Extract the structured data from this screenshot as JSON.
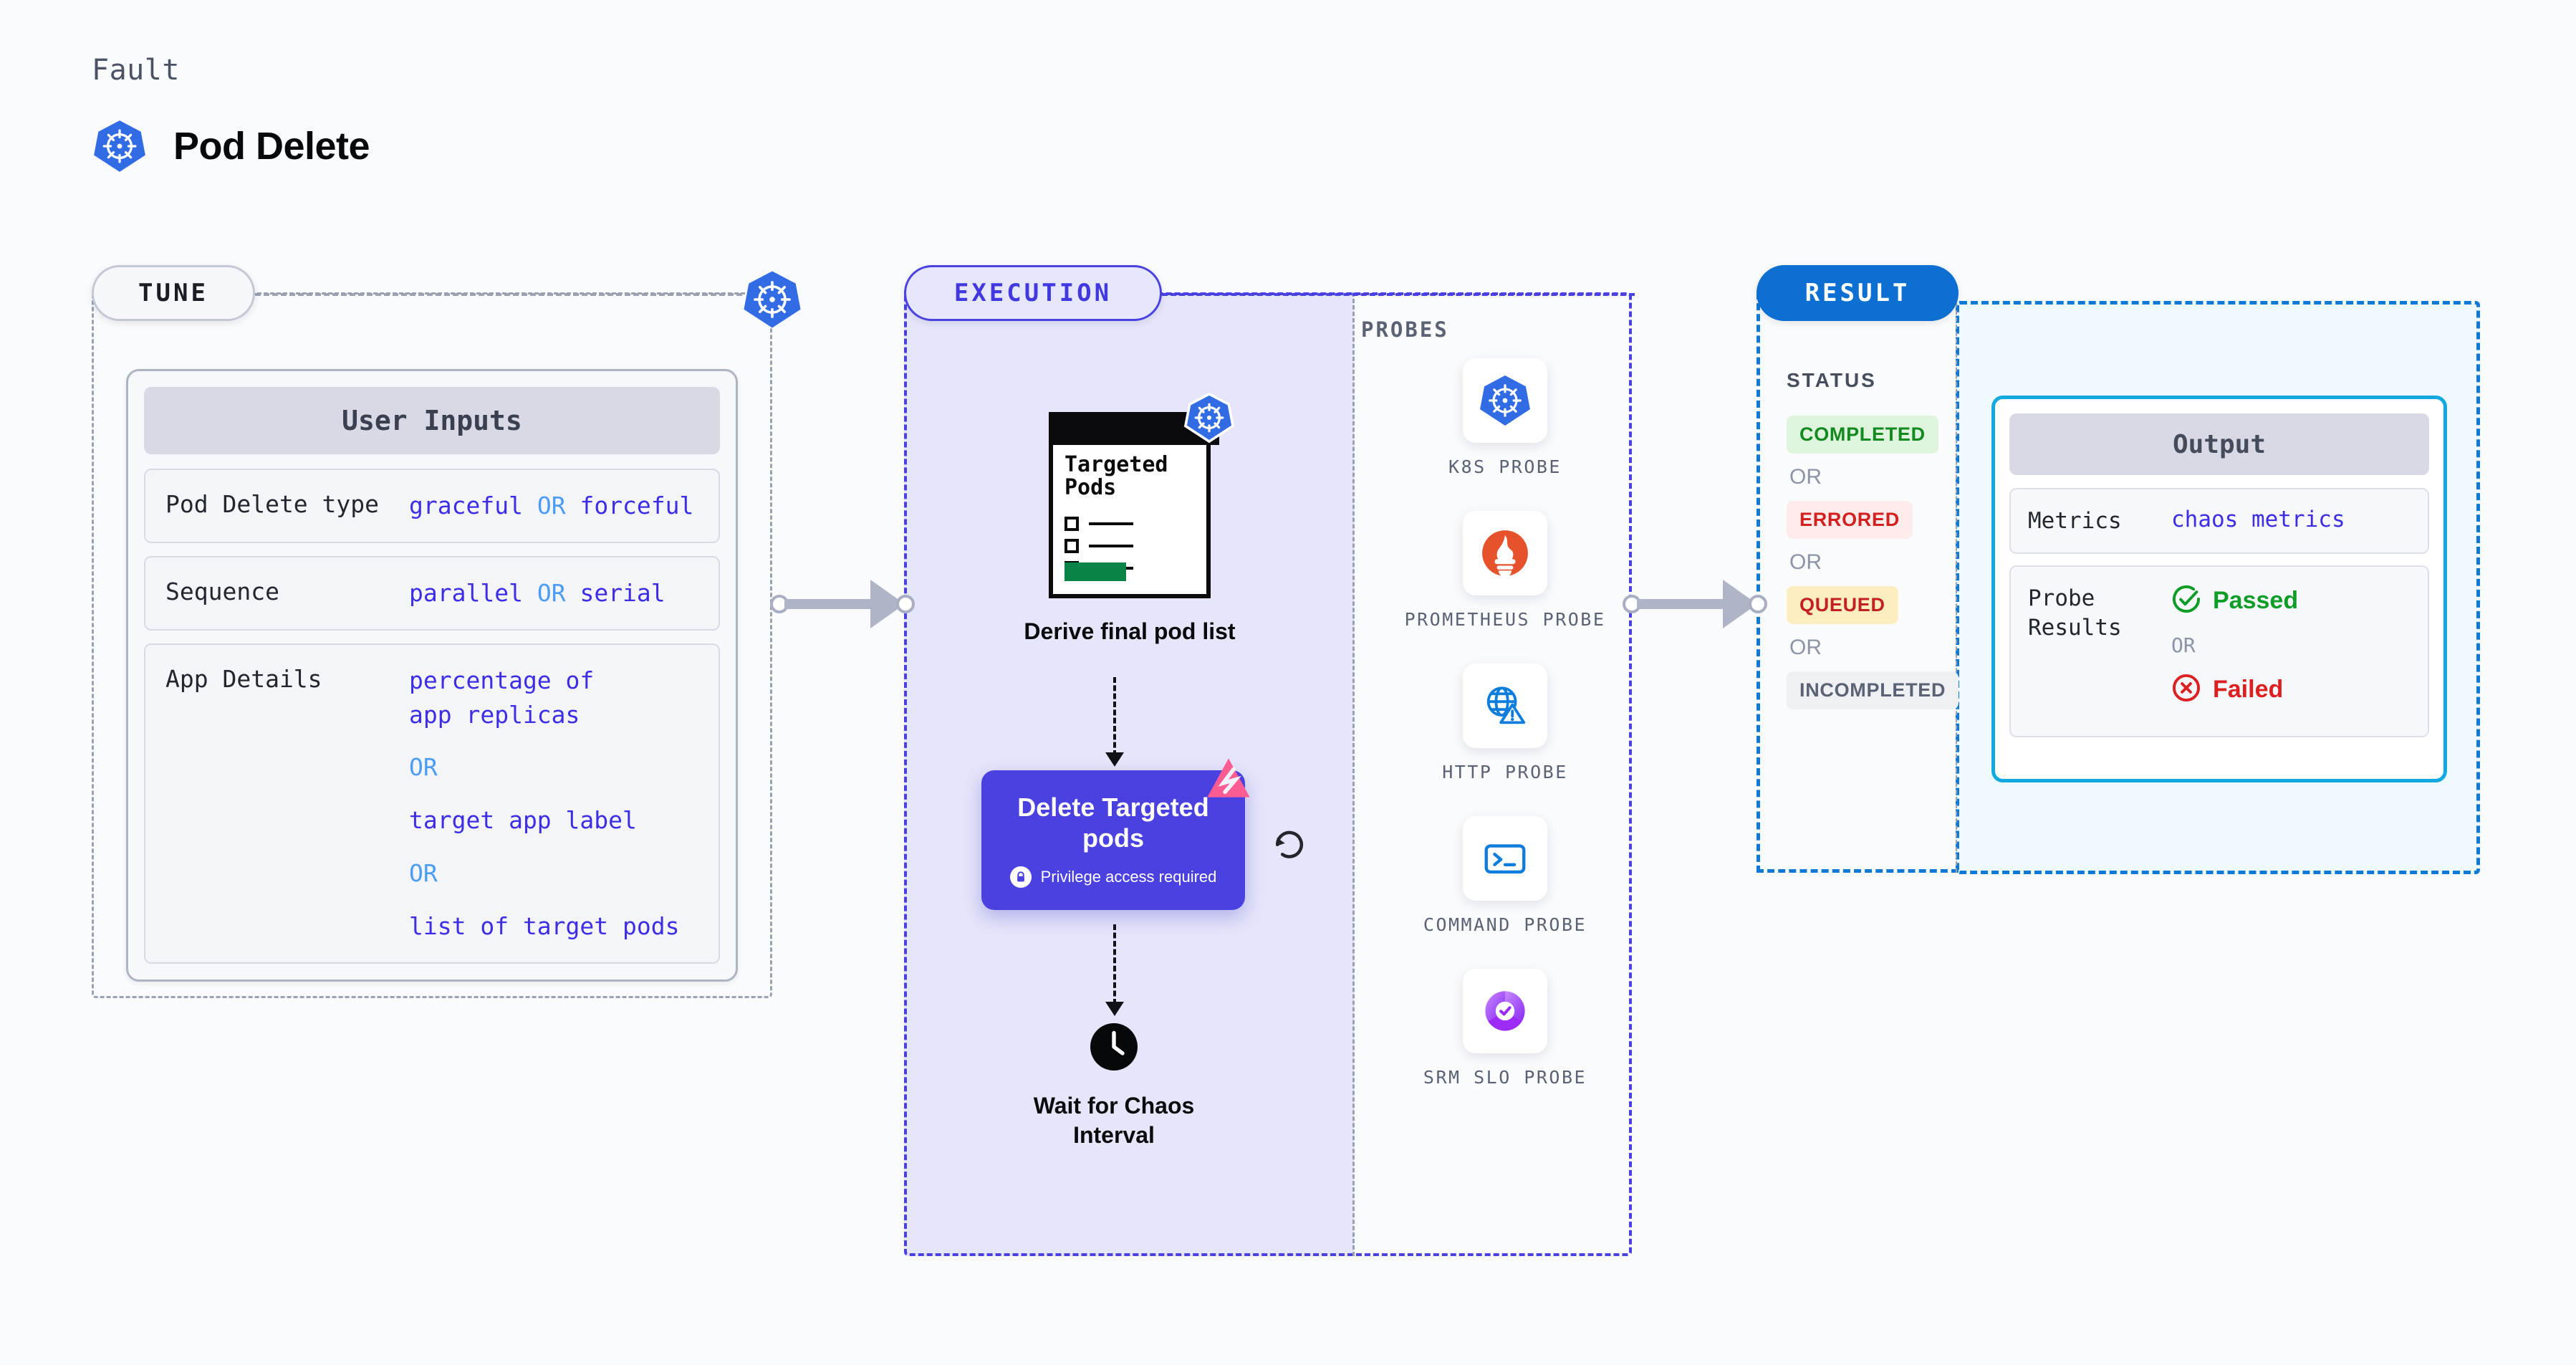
{
  "header": {
    "eyebrow": "Fault",
    "title": "Pod Delete",
    "icon": "kubernetes-icon"
  },
  "tune": {
    "pill_label": "TUNE",
    "badge_icon": "kubernetes-icon",
    "card": {
      "heading": "User Inputs",
      "rows": [
        {
          "key": "Pod Delete type",
          "values": [
            "graceful",
            "forceful"
          ],
          "separator": "OR",
          "inline": true
        },
        {
          "key": "Sequence",
          "values": [
            "parallel",
            "serial"
          ],
          "separator": "OR",
          "inline": true
        },
        {
          "key": "App Details",
          "values": [
            "percentage of app replicas",
            "target app label",
            "list of target pods"
          ],
          "separator": "OR",
          "inline": false
        }
      ]
    }
  },
  "execution": {
    "pill_label": "EXECUTION",
    "nodes": [
      {
        "id": "derive-final-pod-list",
        "caption": "Derive final pod list",
        "doc_title": "Targeted Pods",
        "badge_icon": "kubernetes-icon",
        "checkbox_count": 3
      },
      {
        "id": "delete-targeted-pods",
        "title": "Delete Targeted pods",
        "subtitle": "Privilege access required",
        "subtitle_icon": "lock-icon",
        "corner_icon": "chaos-badge-icon",
        "side_icon": "loop-icon"
      },
      {
        "id": "wait-for-chaos-interval",
        "caption": "Wait for Chaos Interval",
        "icon": "clock-icon"
      }
    ],
    "probes": {
      "label": "PROBES",
      "items": [
        {
          "name": "K8S PROBE",
          "icon": "kubernetes-icon",
          "color": "#2f6fdd"
        },
        {
          "name": "PROMETHEUS PROBE",
          "icon": "prometheus-flame-icon",
          "color": "#e6522c"
        },
        {
          "name": "HTTP PROBE",
          "icon": "globe-warning-icon",
          "color": "#0f7ddb"
        },
        {
          "name": "COMMAND PROBE",
          "icon": "terminal-icon",
          "color": "#0f7ddb"
        },
        {
          "name": "SRM SLO PROBE",
          "icon": "slo-donut-check-icon",
          "color": "#9b4dff"
        }
      ]
    }
  },
  "result": {
    "pill_label": "RESULT",
    "status": {
      "label": "STATUS",
      "separator": "OR",
      "badges": [
        {
          "text": "COMPLETED",
          "bg": "#dff4dd",
          "fg": "#128a20"
        },
        {
          "text": "ERRORED",
          "bg": "#fdeceb",
          "fg": "#d32020"
        },
        {
          "text": "QUEUED",
          "bg": "#fdeec2",
          "fg": "#c32121"
        },
        {
          "text": "INCOMPLETED",
          "bg": "#eff0f4",
          "fg": "#5b6274"
        }
      ]
    },
    "output": {
      "heading": "Output",
      "metrics": {
        "key": "Metrics",
        "value": "chaos metrics"
      },
      "probe_results": {
        "key": "Probe Results",
        "separator": "OR",
        "passed": {
          "text": "Passed",
          "icon": "check-circle-icon",
          "color": "#0f9d28"
        },
        "failed": {
          "text": "Failed",
          "icon": "x-circle-icon",
          "color": "#dc2020"
        }
      }
    }
  },
  "connectors": [
    {
      "id": "tune-to-execution",
      "icon": "arrow-right-icon"
    },
    {
      "id": "execution-to-result",
      "icon": "arrow-right-icon"
    }
  ]
}
